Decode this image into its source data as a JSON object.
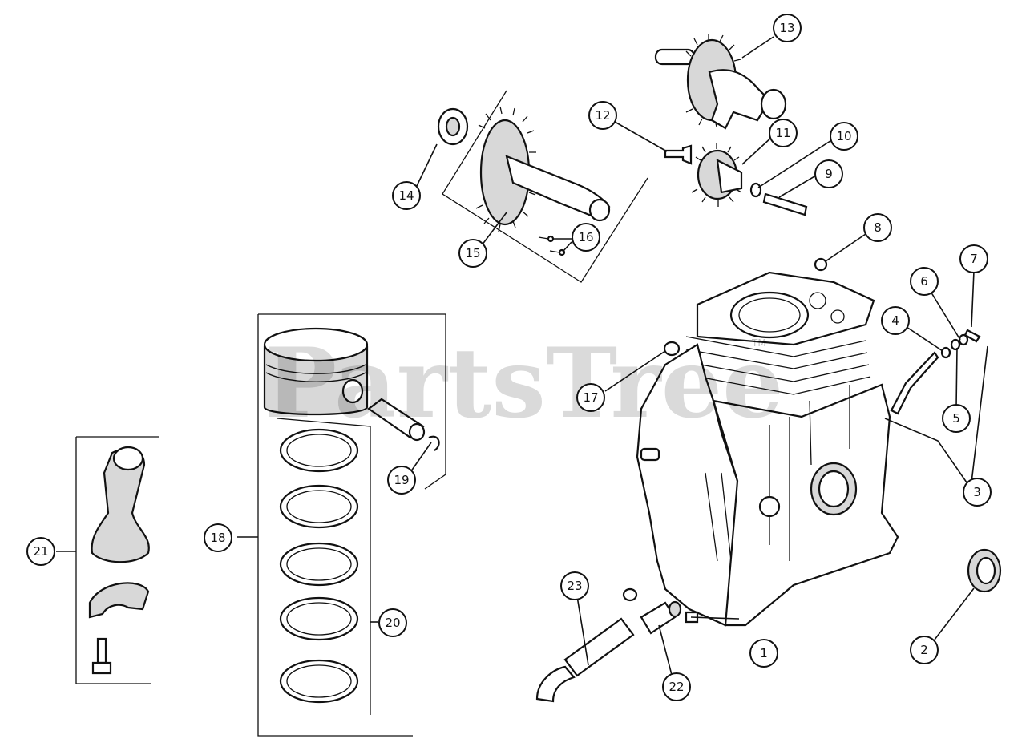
{
  "watermark": {
    "text": "PartsTree",
    "trademark": "TM"
  },
  "callouts": [
    {
      "id": "1",
      "label": "1"
    },
    {
      "id": "2",
      "label": "2"
    },
    {
      "id": "3",
      "label": "3"
    },
    {
      "id": "4",
      "label": "4"
    },
    {
      "id": "5",
      "label": "5"
    },
    {
      "id": "6",
      "label": "6"
    },
    {
      "id": "7",
      "label": "7"
    },
    {
      "id": "8",
      "label": "8"
    },
    {
      "id": "9",
      "label": "9"
    },
    {
      "id": "10",
      "label": "10"
    },
    {
      "id": "11",
      "label": "11"
    },
    {
      "id": "12",
      "label": "12"
    },
    {
      "id": "13",
      "label": "13"
    },
    {
      "id": "14",
      "label": "14"
    },
    {
      "id": "15",
      "label": "15"
    },
    {
      "id": "16",
      "label": "16"
    },
    {
      "id": "17",
      "label": "17"
    },
    {
      "id": "18",
      "label": "18"
    },
    {
      "id": "19",
      "label": "19"
    },
    {
      "id": "20",
      "label": "20"
    },
    {
      "id": "21",
      "label": "21"
    },
    {
      "id": "22",
      "label": "22"
    },
    {
      "id": "23",
      "label": "23"
    }
  ]
}
